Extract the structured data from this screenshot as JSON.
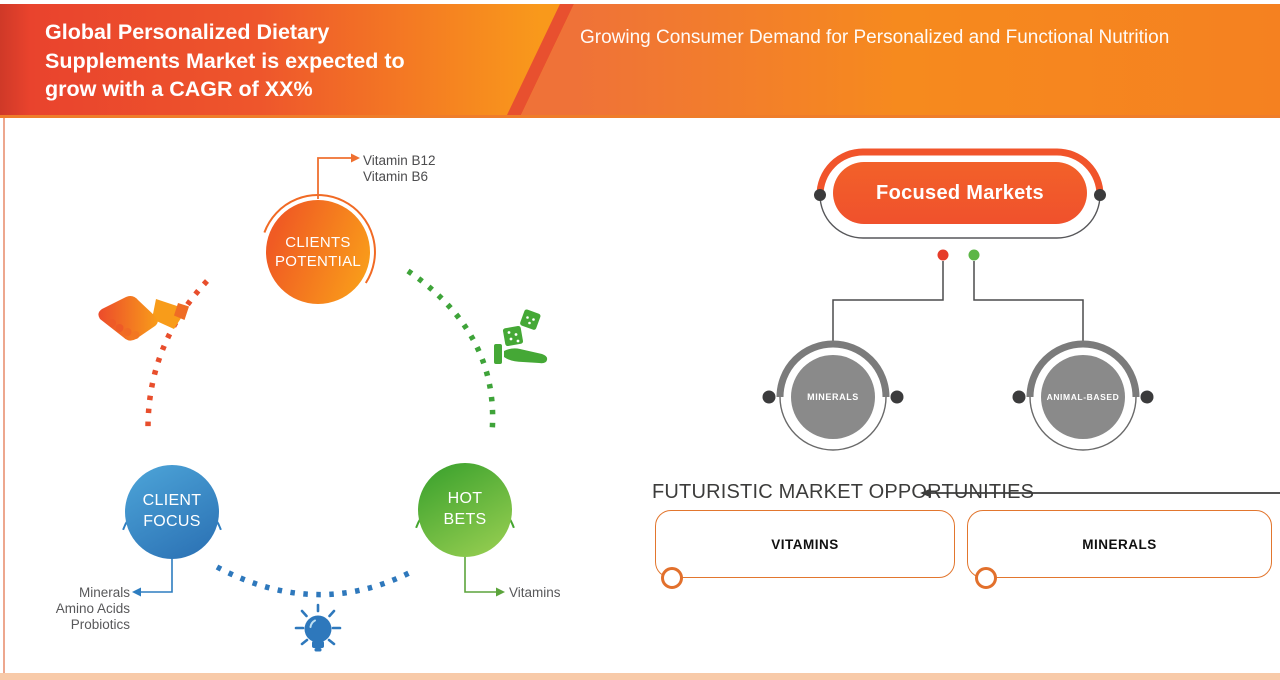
{
  "banner": {
    "title": "Global Personalized Dietary Supplements Market is expected to grow with a CAGR of XX%",
    "subtitle": "Growing Consumer Demand for Personalized and Functional Nutrition"
  },
  "cycle": {
    "nodes": [
      {
        "id": "clients-potential",
        "label": "CLIENTS\nPOTENTIAL",
        "color": "#f26322"
      },
      {
        "id": "client-focus",
        "label": "CLIENT\nFOCUS",
        "color": "#2d7dc0"
      },
      {
        "id": "hot-bets",
        "label": "HOT\nBETS",
        "color": "#4fae2e"
      }
    ],
    "callout_top": {
      "lines": [
        "Vitamin B12",
        "Vitamin B6"
      ]
    },
    "callout_left": {
      "lines": [
        "Minerals",
        "Amino Acids",
        "Probiotics"
      ]
    },
    "callout_right": {
      "lines": [
        "Vitamins"
      ]
    },
    "icons": [
      "handshake-icon",
      "money-hand-icon",
      "bulb-icon"
    ]
  },
  "focused_markets": {
    "title": "Focused Markets",
    "children": [
      {
        "label": "MINERALS"
      },
      {
        "label": "ANIMAL-BASED"
      }
    ],
    "dot_colors": {
      "left": "#e63c2a",
      "right": "#5cb646"
    }
  },
  "opportunities": {
    "heading": "FUTURISTIC MARKET OPPORTUNITIES",
    "items": [
      {
        "label": "VITAMINS"
      },
      {
        "label": "MINERALS"
      }
    ]
  },
  "colors": {
    "accent_orange": "#f1582b",
    "accent_blue": "#2d7dc0",
    "accent_green": "#4fae2e",
    "gray_node": "#8a8a8a",
    "banner_left": "#e9432d",
    "banner_right": "#f68a1e",
    "frame_salmon": "#f8caa9"
  }
}
